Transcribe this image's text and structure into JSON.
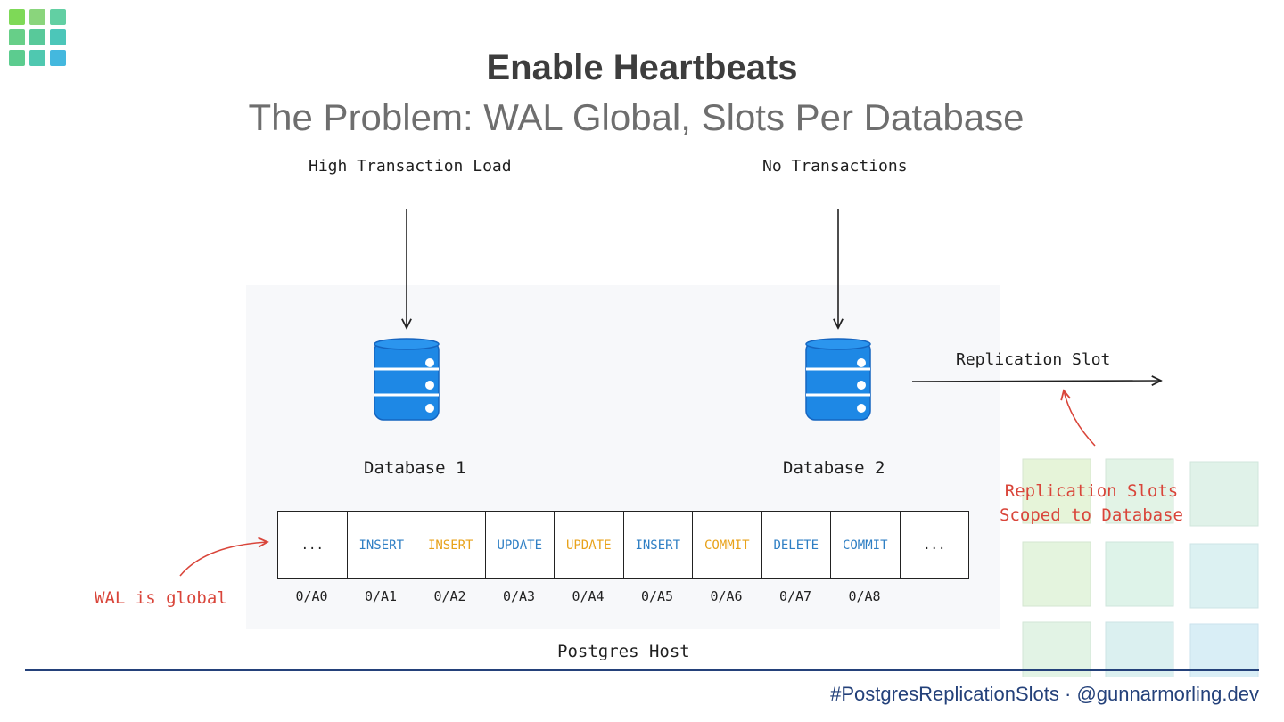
{
  "slide": {
    "title": "Enable Heartbeats",
    "subtitle": "The Problem: WAL Global, Slots Per Database",
    "footer": "#PostgresReplicationSlots · @gunnarmorling.dev"
  },
  "diagram": {
    "load_label_1": "High Transaction Load",
    "load_label_2": "No Transactions",
    "database_1": "Database 1",
    "database_2": "Database 2",
    "replication_slot_label": "Replication Slot",
    "host_label": "Postgres Host",
    "wal_note": "WAL is global",
    "slots_note_line1": "Replication Slots",
    "slots_note_line2": "Scoped to Database",
    "wal_entries": [
      {
        "op": "...",
        "addr": "0/A0",
        "color": "#222222"
      },
      {
        "op": "INSERT",
        "addr": "0/A1",
        "color": "#2f7fc4"
      },
      {
        "op": "INSERT",
        "addr": "0/A2",
        "color": "#e8a21a"
      },
      {
        "op": "UPDATE",
        "addr": "0/A3",
        "color": "#2f7fc4"
      },
      {
        "op": "UPDATE",
        "addr": "0/A4",
        "color": "#e8a21a"
      },
      {
        "op": "INSERT",
        "addr": "0/A5",
        "color": "#2f7fc4"
      },
      {
        "op": "COMMIT",
        "addr": "0/A6",
        "color": "#e8a21a"
      },
      {
        "op": "DELETE",
        "addr": "0/A7",
        "color": "#2f7fc4"
      },
      {
        "op": "COMMIT",
        "addr": "0/A8",
        "color": "#2f7fc4"
      },
      {
        "op": "...",
        "addr": "",
        "color": "#222222"
      }
    ]
  },
  "colors": {
    "database_blue": "#1e88e5",
    "note_red": "#d9453a",
    "footer_blue": "#24417a"
  }
}
